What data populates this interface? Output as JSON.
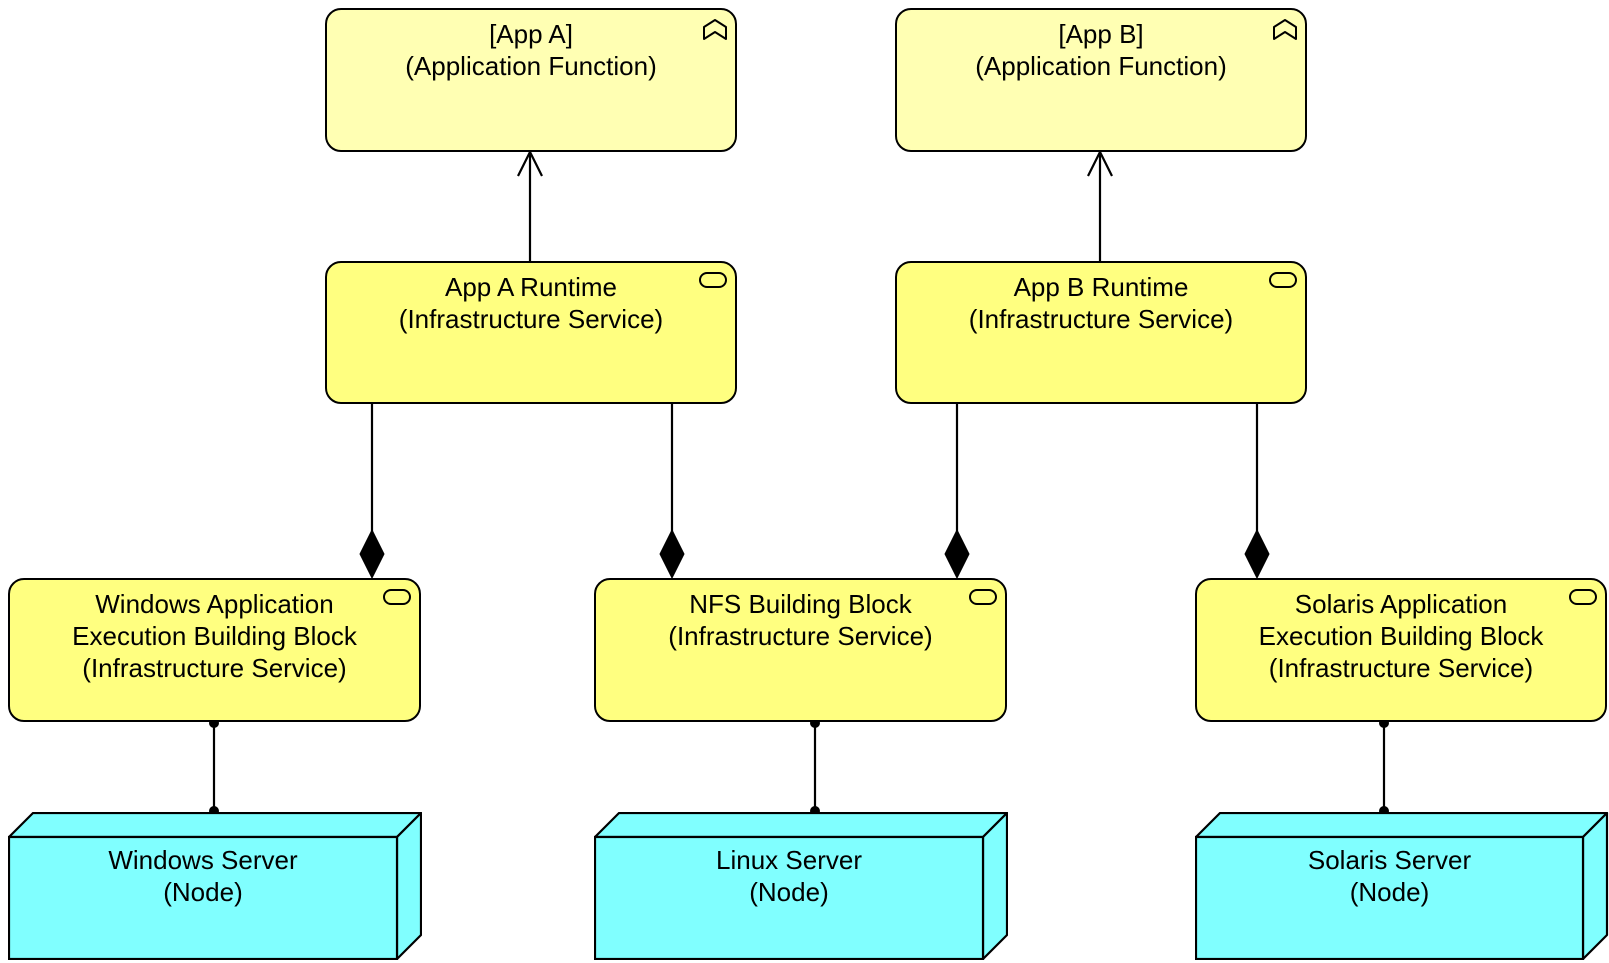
{
  "colors": {
    "application_function_fill": "#ffffb3",
    "infrastructure_service_fill": "#ffff80",
    "node_fill": "#80ffff",
    "stroke": "#000000"
  },
  "elements": {
    "app_a_function": {
      "name": "[App A]",
      "type": "(Application Function)",
      "icon": "application-function-icon"
    },
    "app_b_function": {
      "name": "[App B]",
      "type": "(Application Function)",
      "icon": "application-function-icon"
    },
    "app_a_runtime": {
      "name": "App A Runtime",
      "type": "(Infrastructure Service)",
      "icon": "infrastructure-service-icon"
    },
    "app_b_runtime": {
      "name": "App B Runtime",
      "type": "(Infrastructure Service)",
      "icon": "infrastructure-service-icon"
    },
    "windows_block": {
      "name_line1": "Windows Application",
      "name_line2": "Execution Building Block",
      "type": "(Infrastructure Service)",
      "icon": "infrastructure-service-icon"
    },
    "nfs_block": {
      "name": "NFS Building Block",
      "type": "(Infrastructure Service)",
      "icon": "infrastructure-service-icon"
    },
    "solaris_block": {
      "name_line1": "Solaris Application",
      "name_line2": "Execution Building Block",
      "type": "(Infrastructure Service)",
      "icon": "infrastructure-service-icon"
    },
    "windows_server": {
      "name": "Windows Server",
      "type": "(Node)"
    },
    "linux_server": {
      "name": "Linux Server",
      "type": "(Node)"
    },
    "solaris_server": {
      "name": "Solaris Server",
      "type": "(Node)"
    }
  },
  "relationships": [
    {
      "from": "app_a_runtime",
      "to": "app_a_function",
      "kind": "realization-arrow"
    },
    {
      "from": "app_b_runtime",
      "to": "app_b_function",
      "kind": "realization-arrow"
    },
    {
      "from": "app_a_runtime",
      "to": "windows_block",
      "kind": "composition"
    },
    {
      "from": "app_a_runtime",
      "to": "nfs_block",
      "kind": "composition"
    },
    {
      "from": "app_b_runtime",
      "to": "nfs_block",
      "kind": "composition"
    },
    {
      "from": "app_b_runtime",
      "to": "solaris_block",
      "kind": "composition"
    },
    {
      "from": "windows_block",
      "to": "windows_server",
      "kind": "assignment"
    },
    {
      "from": "nfs_block",
      "to": "linux_server",
      "kind": "assignment"
    },
    {
      "from": "solaris_block",
      "to": "solaris_server",
      "kind": "assignment"
    }
  ]
}
